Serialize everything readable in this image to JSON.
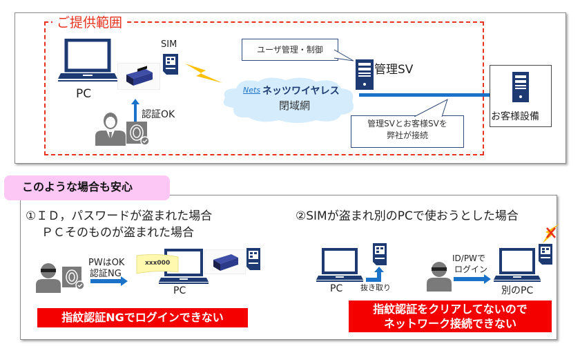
{
  "colors": {
    "navy": "#1d3a73",
    "accent_blue": "#1a73c9",
    "scope_red": "#e8321e",
    "banner_red": "#f40000",
    "pink_tab": "#fcc7f5",
    "cloud": "#d4ecfb",
    "lightning": "#ffc000",
    "gray_person": "#7a7a7a",
    "sticky_yellow": "#fff9b0"
  },
  "top": {
    "scope_label": "ご提供範囲",
    "pc_label": "PC",
    "sim_label": "SIM",
    "auth_ok_label": "認証OK",
    "network_brand": "Nets",
    "network_name": "ネッツワイヤレス",
    "network_sub": "閉域網",
    "callout_user_mgmt": "ユーザ管理・制御",
    "mgmt_server_label": "管理SV",
    "callout_connect_line1": "管理SVとお客様SVを",
    "callout_connect_line2": "弊社が接続",
    "customer_label": "お客様設備"
  },
  "bottom": {
    "tab_label": "このような場合も安心",
    "case1": {
      "title_line1": "①ＩＤ，パスワードが盗まれた場合",
      "title_line2": "ＰＣそのものが盗まれた場合",
      "arrow_line1": "PWはOK",
      "arrow_line2": "認証NG",
      "sticky_note": "xxx000",
      "pc_label": "PC",
      "result": "指紋認証NGでログインできない"
    },
    "case2": {
      "title": "②SIMが盗まれ別のPCで使おうとした場合",
      "pc_label": "PC",
      "extract_label": "抜き取り",
      "arrow_line1": "ID/PWで",
      "arrow_line2": "ログイン",
      "other_pc_label": "別のPC",
      "result_line1": "指紋認証をクリアしてないので",
      "result_line2": "ネットワーク接続できない"
    }
  }
}
